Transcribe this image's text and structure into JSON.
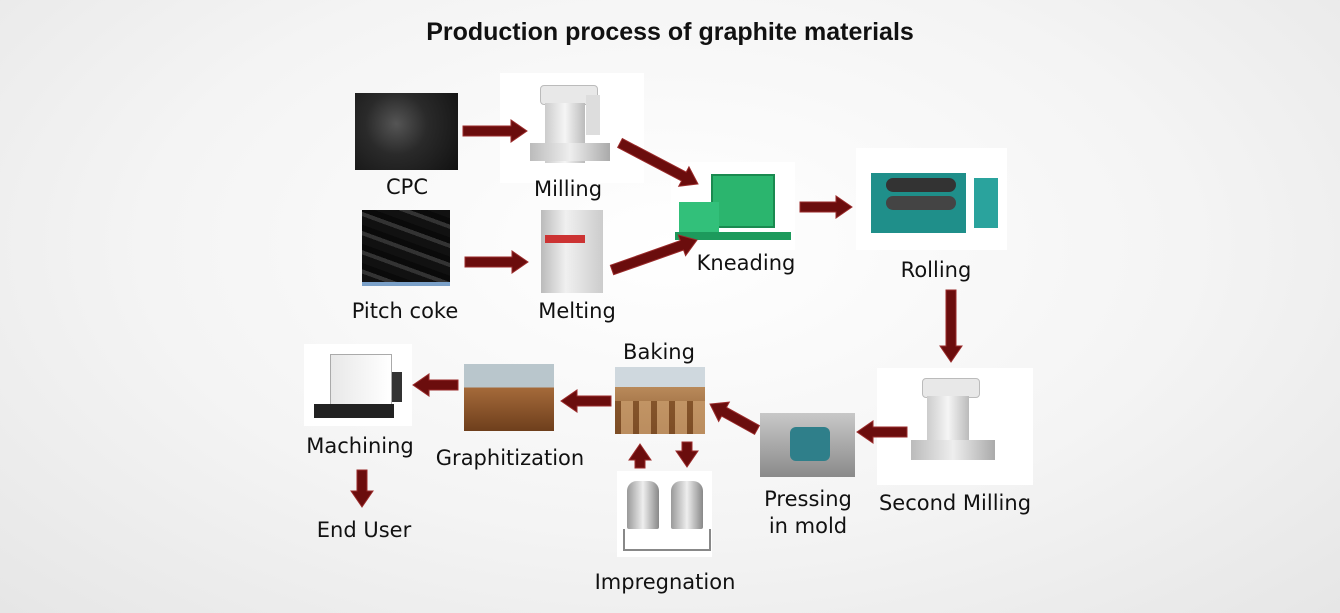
{
  "title": "Production process of graphite materials",
  "steps": {
    "cpc": "CPC",
    "milling": "Milling",
    "pitch_coke": "Pitch coke",
    "melting": "Melting",
    "kneading": "Kneading",
    "rolling": "Rolling",
    "second_milling": "Second Milling",
    "pressing_line1": "Pressing",
    "pressing_line2": "in mold",
    "baking": "Baking",
    "impregnation": "Impregnation",
    "graphitization": "Graphitization",
    "machining": "Machining",
    "end_user": "End User"
  },
  "colors": {
    "arrow": "#6b0d0d",
    "arrow_highlight": "#9a2a2a"
  }
}
